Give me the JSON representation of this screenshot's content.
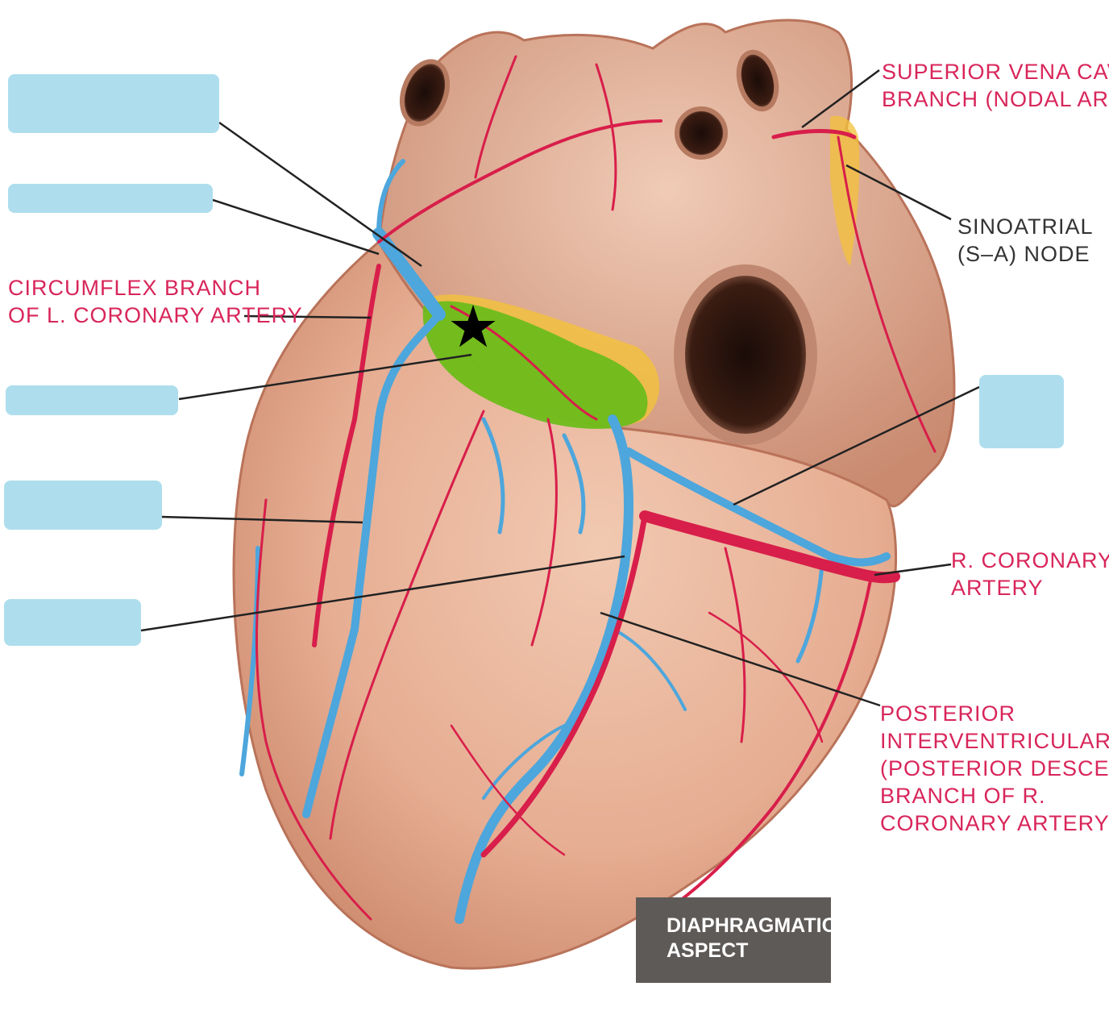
{
  "labels": {
    "svc": [
      "SUPERIOR VENA CAVAL",
      "BRANCH (NODAL ARTERY)"
    ],
    "sa": [
      "SINOATRIAL",
      "(S–A) NODE"
    ],
    "circumflex": [
      "CIRCUMFLEX BRANCH",
      "OF L. CORONARY ARTERY"
    ],
    "rca": [
      "R. CORONARY",
      "ARTERY"
    ],
    "pda": [
      "POSTERIOR",
      "INTERVENTRICULAR",
      "(POSTERIOR DESCENDING)",
      "BRANCH OF R.",
      "CORONARY ARTERY"
    ]
  },
  "aspect_box": [
    "DIAPHRAGMATIC",
    "ASPECT"
  ],
  "blank_label_count": 6,
  "marker": "★",
  "colors": {
    "label_text": "#d8255a",
    "blank_box": "#aedeed",
    "artery": "#d81e4a",
    "vein": "#4da6dc",
    "myocardium": "#e9b49a",
    "highlight_green": "#66bb1a",
    "highlight_yellow": "#f3c23a",
    "aspect_box": "#5e5a58"
  }
}
